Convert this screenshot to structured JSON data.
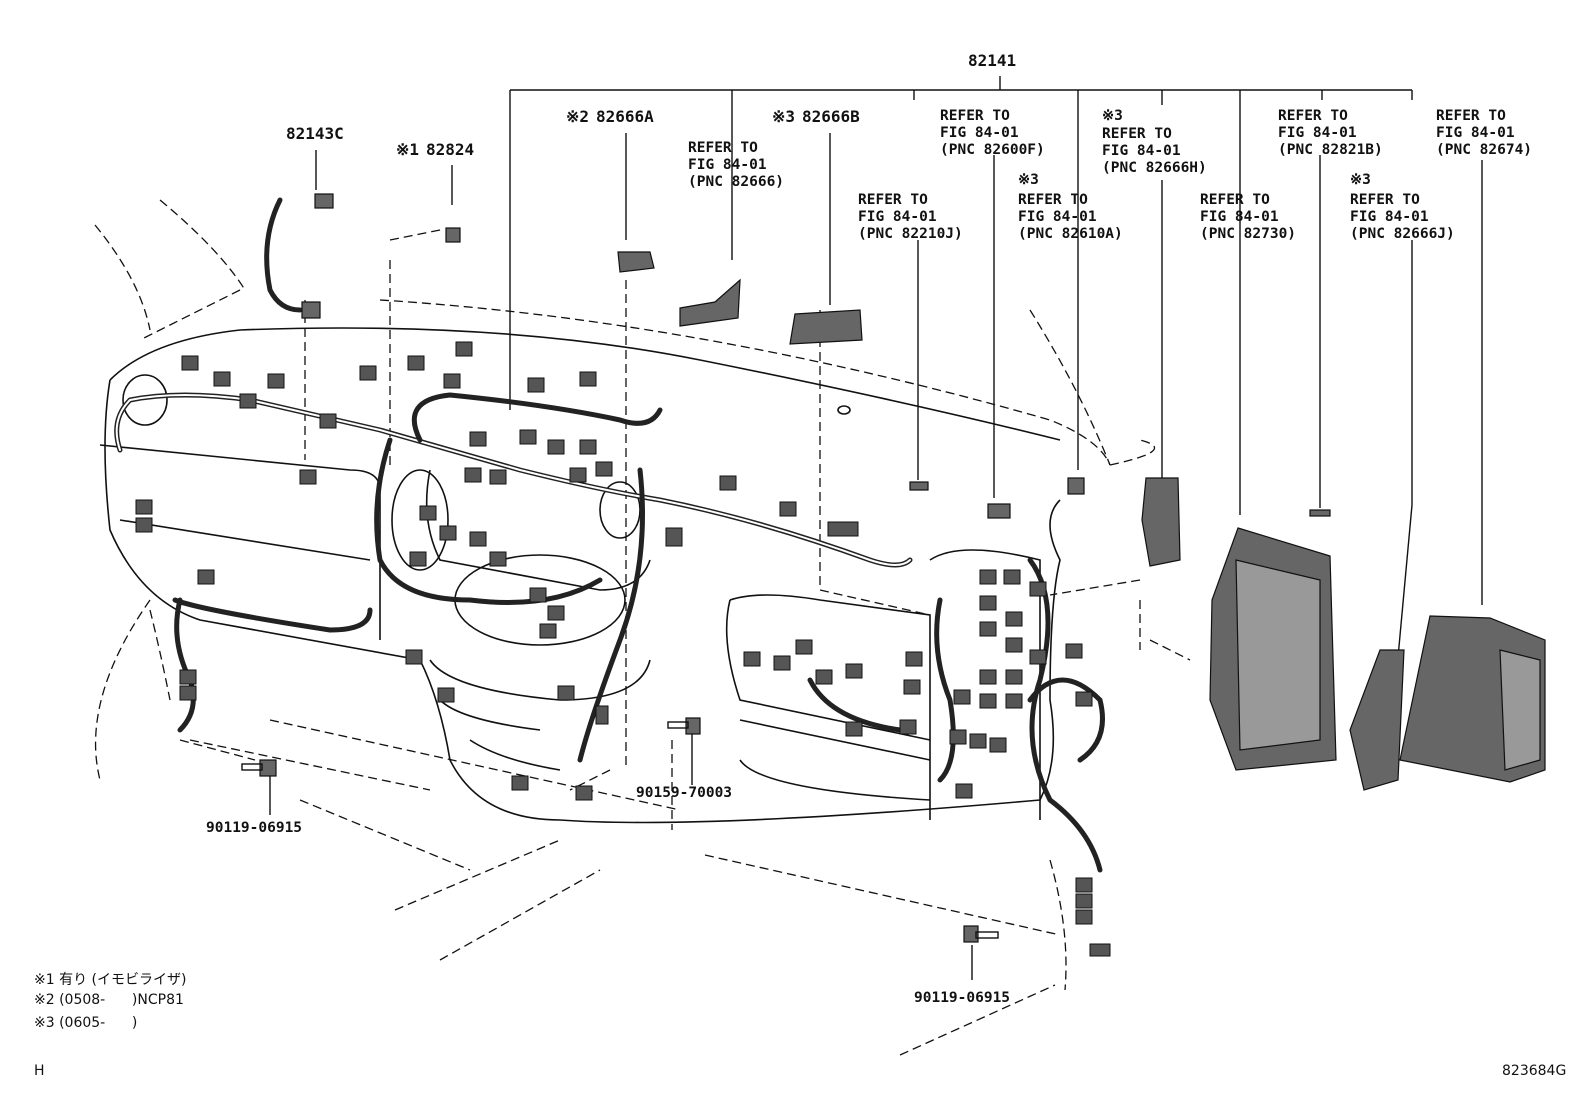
{
  "part_numbers": {
    "main_harness": "82141",
    "harness_82143c": "82143C",
    "part_82824": "82824",
    "part_82666a": "82666A",
    "part_82666b": "82666B",
    "bolt_left": "90119-06915",
    "bolt_center": "90159-70003",
    "bolt_right": "90119-06915"
  },
  "markers": {
    "m1": "※1",
    "m2": "※2",
    "m3": "※3"
  },
  "references": {
    "ref_82666": "REFER TO\nFIG 84-01\n(PNC 82666)",
    "ref_82210j": "REFER TO\nFIG 84-01\n(PNC 82210J)",
    "ref_82600f": "REFER TO\nFIG 84-01\n(PNC 82600F)",
    "ref_82610a": "REFER TO\nFIG 84-01\n(PNC 82610A)",
    "ref_82666h": "REFER TO\nFIG 84-01\n(PNC 82666H)",
    "ref_82730": "REFER TO\nFIG 84-01\n(PNC 82730)",
    "ref_82821b": "REFER TO\nFIG 84-01\n(PNC 82821B)",
    "ref_82666j": "REFER TO\nFIG 84-01\n(PNC 82666J)",
    "ref_82674": "REFER TO\nFIG 84-01\n(PNC 82674)"
  },
  "notes": {
    "n1": "※1 有り (イモビライザ)",
    "n2": "※2 (0508-      )NCP81",
    "n3": "※3 (0605-      )"
  },
  "footer": {
    "left_code": "H",
    "figure_id": "823684G"
  }
}
